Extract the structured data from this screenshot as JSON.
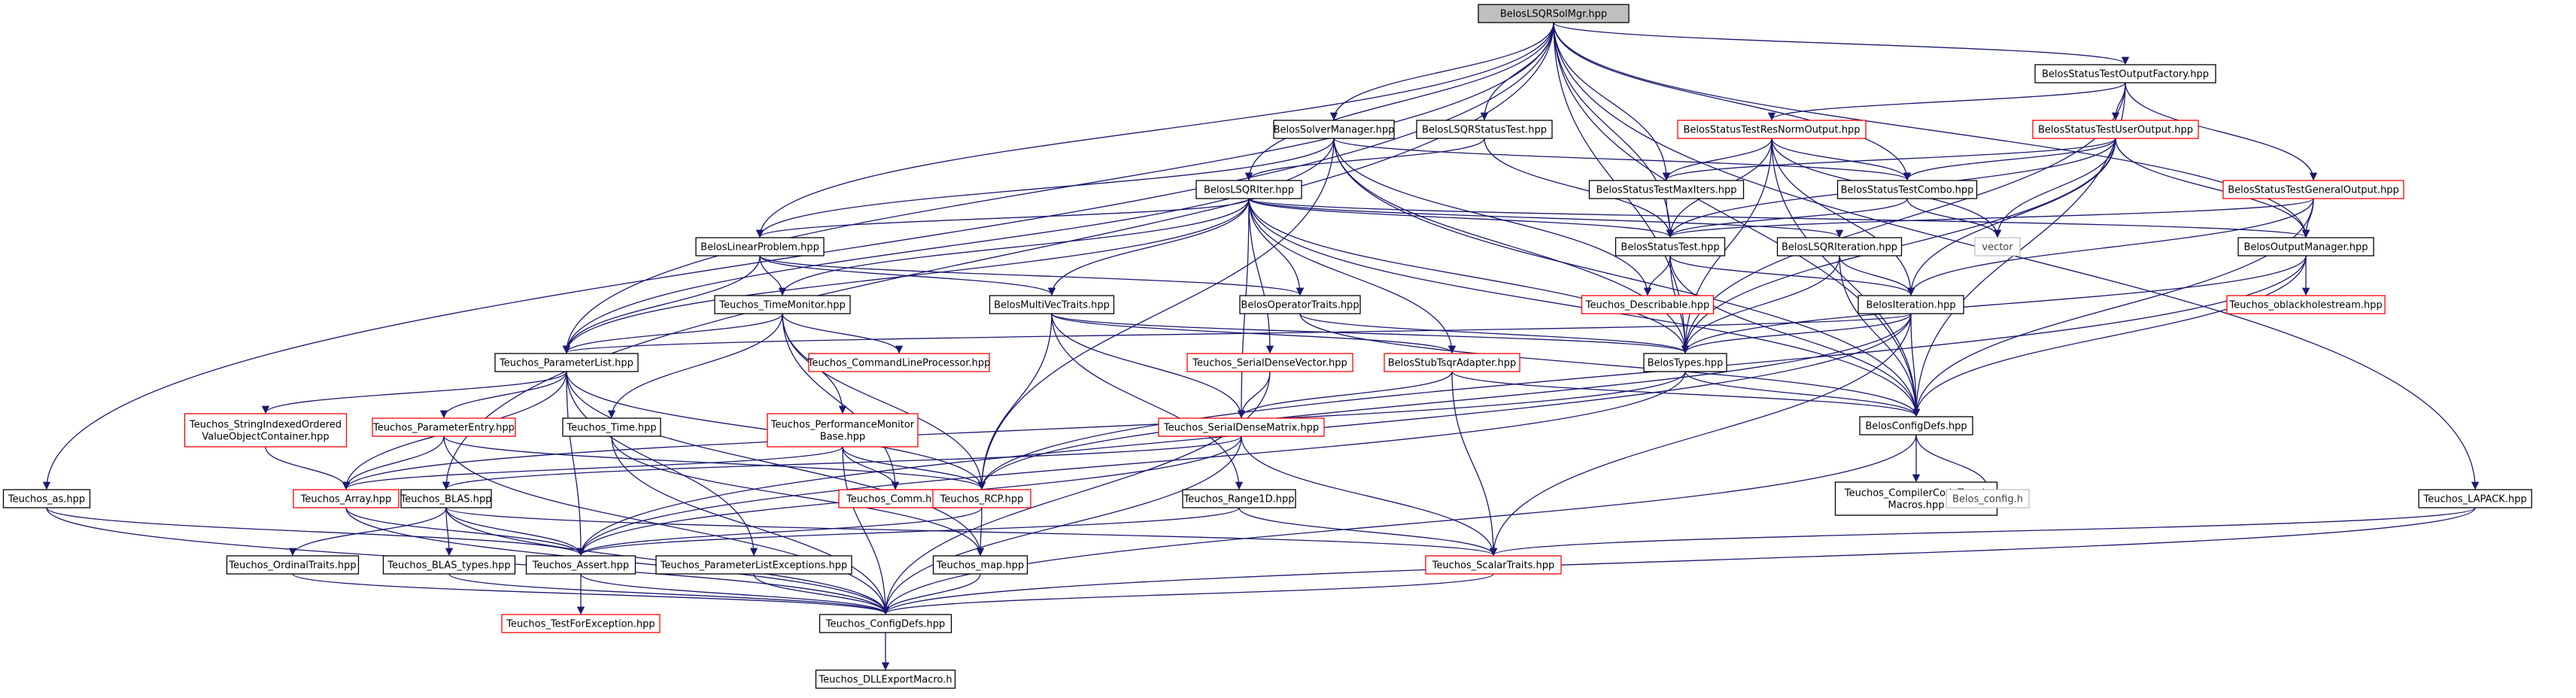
{
  "colors": {
    "edge": "#191970",
    "node_border": "#000000",
    "node_border_truncated": "#ff0000",
    "node_border_external": "#bfbfbf",
    "root_fill": "#bfbfbf",
    "text": "#000000",
    "text_external": "#404040"
  },
  "nodes": [
    {
      "id": "root",
      "label": "BelosLSQRSolMgr.hpp",
      "style": "root"
    },
    {
      "id": "outfact",
      "label": "BelosStatusTestOutputFactory.hpp",
      "style": "normal"
    },
    {
      "id": "solvermgr",
      "label": "BelosSolverManager.hpp",
      "style": "normal"
    },
    {
      "id": "lsqrst",
      "label": "BelosLSQRStatusTest.hpp",
      "style": "normal"
    },
    {
      "id": "resnorm",
      "label": "BelosStatusTestResNormOutput.hpp",
      "style": "truncated"
    },
    {
      "id": "useroutput",
      "label": "BelosStatusTestUserOutput.hpp",
      "style": "truncated"
    },
    {
      "id": "lsqriter",
      "label": "BelosLSQRIter.hpp",
      "style": "normal"
    },
    {
      "id": "maxiters",
      "label": "BelosStatusTestMaxIters.hpp",
      "style": "normal"
    },
    {
      "id": "combo",
      "label": "BelosStatusTestCombo.hpp",
      "style": "normal"
    },
    {
      "id": "genoutput",
      "label": "BelosStatusTestGeneralOutput.hpp",
      "style": "truncated"
    },
    {
      "id": "linprob",
      "label": "BelosLinearProblem.hpp",
      "style": "normal"
    },
    {
      "id": "statustest",
      "label": "BelosStatusTest.hpp",
      "style": "normal"
    },
    {
      "id": "lsqriteration",
      "label": "BelosLSQRIteration.hpp",
      "style": "normal"
    },
    {
      "id": "vector",
      "label": "vector",
      "style": "external"
    },
    {
      "id": "outputmgr",
      "label": "BelosOutputManager.hpp",
      "style": "normal"
    },
    {
      "id": "timemon",
      "label": "Teuchos_TimeMonitor.hpp",
      "style": "normal"
    },
    {
      "id": "multivec",
      "label": "BelosMultiVecTraits.hpp",
      "style": "normal"
    },
    {
      "id": "opertraits",
      "label": "BelosOperatorTraits.hpp",
      "style": "normal"
    },
    {
      "id": "describable",
      "label": "Teuchos_Describable.hpp",
      "style": "truncated"
    },
    {
      "id": "iteration",
      "label": "BelosIteration.hpp",
      "style": "normal"
    },
    {
      "id": "oblack",
      "label": "Teuchos_oblackholestream.hpp",
      "style": "truncated"
    },
    {
      "id": "paramlist",
      "label": "Teuchos_ParameterList.hpp",
      "style": "normal"
    },
    {
      "id": "cmdline",
      "label": "Teuchos_CommandLineProcessor.hpp",
      "style": "truncated"
    },
    {
      "id": "serialvec",
      "label": "Teuchos_SerialDenseVector.hpp",
      "style": "truncated"
    },
    {
      "id": "stubtsqr",
      "label": "BelosStubTsqrAdapter.hpp",
      "style": "truncated"
    },
    {
      "id": "belostypes",
      "label": "BelosTypes.hpp",
      "style": "normal"
    },
    {
      "id": "strindexed",
      "label": [
        "Teuchos_StringIndexedOrdered",
        "ValueObjectContainer.hpp"
      ],
      "style": "truncated"
    },
    {
      "id": "paramentry",
      "label": "Teuchos_ParameterEntry.hpp",
      "style": "truncated"
    },
    {
      "id": "time",
      "label": "Teuchos_Time.hpp",
      "style": "normal"
    },
    {
      "id": "perfmon",
      "label": [
        "Teuchos_PerformanceMonitor",
        "Base.hpp"
      ],
      "style": "truncated"
    },
    {
      "id": "serialmat",
      "label": "Teuchos_SerialDenseMatrix.hpp",
      "style": "truncated"
    },
    {
      "id": "configdefs",
      "label": "BelosConfigDefs.hpp",
      "style": "normal"
    },
    {
      "id": "as",
      "label": "Teuchos_as.hpp",
      "style": "normal"
    },
    {
      "id": "array",
      "label": "Teuchos_Array.hpp",
      "style": "truncated"
    },
    {
      "id": "blas",
      "label": "Teuchos_BLAS.hpp",
      "style": "normal"
    },
    {
      "id": "comm",
      "label": "Teuchos_Comm.hpp",
      "style": "truncated"
    },
    {
      "id": "rcp",
      "label": "Teuchos_RCP.hpp",
      "style": "truncated"
    },
    {
      "id": "range1d",
      "label": "Teuchos_Range1D.hpp",
      "style": "normal"
    },
    {
      "id": "compilertweak",
      "label": [
        "Teuchos_CompilerCodeTweak",
        "Macros.hpp"
      ],
      "style": "normal"
    },
    {
      "id": "belosconfigh",
      "label": "Belos_config.h",
      "style": "external"
    },
    {
      "id": "lapack",
      "label": "Teuchos_LAPACK.hpp",
      "style": "normal"
    },
    {
      "id": "ordinal",
      "label": "Teuchos_OrdinalTraits.hpp",
      "style": "normal"
    },
    {
      "id": "blastypes",
      "label": "Teuchos_BLAS_types.hpp",
      "style": "normal"
    },
    {
      "id": "assert",
      "label": "Teuchos_Assert.hpp",
      "style": "normal"
    },
    {
      "id": "plexceptions",
      "label": "Teuchos_ParameterListExceptions.hpp",
      "style": "normal"
    },
    {
      "id": "map",
      "label": "Teuchos_map.hpp",
      "style": "normal"
    },
    {
      "id": "scalartraits",
      "label": "Teuchos_ScalarTraits.hpp",
      "style": "truncated"
    },
    {
      "id": "tconfigdefs",
      "label": "Teuchos_ConfigDefs.hpp",
      "style": "normal"
    },
    {
      "id": "testforexc",
      "label": "Teuchos_TestForException.hpp",
      "style": "truncated"
    },
    {
      "id": "dllexport",
      "label": "Teuchos_DLLExportMacro.h",
      "style": "normal"
    }
  ],
  "edges": [
    [
      "root",
      "outfact"
    ],
    [
      "root",
      "solvermgr"
    ],
    [
      "root",
      "lsqrst"
    ],
    [
      "root",
      "lsqriter"
    ],
    [
      "root",
      "linprob"
    ],
    [
      "root",
      "maxiters"
    ],
    [
      "root",
      "combo"
    ],
    [
      "root",
      "outputmgr"
    ],
    [
      "root",
      "paramlist"
    ],
    [
      "root",
      "belostypes"
    ],
    [
      "root",
      "as"
    ],
    [
      "root",
      "blas"
    ],
    [
      "root",
      "lapack"
    ],
    [
      "root",
      "configdefs"
    ],
    [
      "root",
      "statustest"
    ],
    [
      "outfact",
      "resnorm"
    ],
    [
      "outfact",
      "useroutput"
    ],
    [
      "outfact",
      "genoutput"
    ],
    [
      "outfact",
      "configdefs"
    ],
    [
      "outfact",
      "belostypes"
    ],
    [
      "solvermgr",
      "linprob"
    ],
    [
      "solvermgr",
      "paramlist"
    ],
    [
      "solvermgr",
      "describable"
    ],
    [
      "solvermgr",
      "belostypes"
    ],
    [
      "solvermgr",
      "configdefs"
    ],
    [
      "solvermgr",
      "rcp"
    ],
    [
      "solvermgr",
      "combo"
    ],
    [
      "lsqrst",
      "lsqriter"
    ],
    [
      "lsqrst",
      "statustest"
    ],
    [
      "resnorm",
      "maxiters"
    ],
    [
      "resnorm",
      "combo"
    ],
    [
      "resnorm",
      "statustest"
    ],
    [
      "resnorm",
      "iteration"
    ],
    [
      "resnorm",
      "configdefs"
    ],
    [
      "resnorm",
      "belostypes"
    ],
    [
      "resnorm",
      "vector"
    ],
    [
      "useroutput",
      "combo"
    ],
    [
      "useroutput",
      "statustest"
    ],
    [
      "useroutput",
      "iteration"
    ],
    [
      "useroutput",
      "vector"
    ],
    [
      "useroutput",
      "belostypes"
    ],
    [
      "useroutput",
      "outputmgr"
    ],
    [
      "useroutput",
      "maxiters"
    ],
    [
      "genoutput",
      "statustest"
    ],
    [
      "genoutput",
      "outputmgr"
    ],
    [
      "genoutput",
      "iteration"
    ],
    [
      "genoutput",
      "configdefs"
    ],
    [
      "lsqriter",
      "linprob"
    ],
    [
      "lsqriter",
      "lsqriteration"
    ],
    [
      "lsqriter",
      "statustest"
    ],
    [
      "lsqriter",
      "outputmgr"
    ],
    [
      "lsqriter",
      "timemon"
    ],
    [
      "lsqriter",
      "multivec"
    ],
    [
      "lsqriter",
      "opertraits"
    ],
    [
      "lsqriter",
      "paramlist"
    ],
    [
      "lsqriter",
      "serialmat"
    ],
    [
      "lsqriter",
      "serialvec"
    ],
    [
      "lsqriter",
      "stubtsqr"
    ],
    [
      "lsqriter",
      "belostypes"
    ],
    [
      "lsqriter",
      "configdefs"
    ],
    [
      "maxiters",
      "statustest"
    ],
    [
      "combo",
      "statustest"
    ],
    [
      "combo",
      "vector"
    ],
    [
      "linprob",
      "multivec"
    ],
    [
      "linprob",
      "opertraits"
    ],
    [
      "linprob",
      "timemon"
    ],
    [
      "linprob",
      "paramlist"
    ],
    [
      "statustest",
      "describable"
    ],
    [
      "statustest",
      "belostypes"
    ],
    [
      "statustest",
      "iteration"
    ],
    [
      "statustest",
      "configdefs"
    ],
    [
      "lsqriteration",
      "iteration"
    ],
    [
      "lsqriteration",
      "belostypes"
    ],
    [
      "lsqriteration",
      "configdefs"
    ],
    [
      "outputmgr",
      "oblack"
    ],
    [
      "outputmgr",
      "configdefs"
    ],
    [
      "outputmgr",
      "belostypes"
    ],
    [
      "outputmgr",
      "rcp"
    ],
    [
      "timemon",
      "paramlist"
    ],
    [
      "timemon",
      "cmdline"
    ],
    [
      "timemon",
      "time"
    ],
    [
      "timemon",
      "perfmon"
    ],
    [
      "timemon",
      "rcp"
    ],
    [
      "timemon",
      "comm"
    ],
    [
      "multivec",
      "belostypes"
    ],
    [
      "multivec",
      "serialmat"
    ],
    [
      "multivec",
      "range1d"
    ],
    [
      "multivec",
      "rcp"
    ],
    [
      "multivec",
      "stubtsqr"
    ],
    [
      "opertraits",
      "belostypes"
    ],
    [
      "opertraits",
      "configdefs"
    ],
    [
      "iteration",
      "belostypes"
    ],
    [
      "iteration",
      "paramlist"
    ],
    [
      "iteration",
      "configdefs"
    ],
    [
      "iteration",
      "rcp"
    ],
    [
      "iteration",
      "assert"
    ],
    [
      "iteration",
      "scalartraits"
    ],
    [
      "paramlist",
      "strindexed"
    ],
    [
      "paramlist",
      "paramentry"
    ],
    [
      "paramlist",
      "plexceptions"
    ],
    [
      "paramlist",
      "array"
    ],
    [
      "paramlist",
      "assert"
    ],
    [
      "paramlist",
      "map"
    ],
    [
      "paramlist",
      "rcp"
    ],
    [
      "serialvec",
      "serialmat"
    ],
    [
      "serialvec",
      "tconfigdefs"
    ],
    [
      "stubtsqr",
      "serialmat"
    ],
    [
      "stubtsqr",
      "scalartraits"
    ],
    [
      "stubtsqr",
      "configdefs"
    ],
    [
      "belostypes",
      "configdefs"
    ],
    [
      "belostypes",
      "assert"
    ],
    [
      "belostypes",
      "array"
    ],
    [
      "strindexed",
      "array"
    ],
    [
      "paramentry",
      "array"
    ],
    [
      "paramentry",
      "rcp"
    ],
    [
      "paramentry",
      "tconfigdefs"
    ],
    [
      "time",
      "tconfigdefs"
    ],
    [
      "time",
      "map"
    ],
    [
      "perfmon",
      "array"
    ],
    [
      "perfmon",
      "comm"
    ],
    [
      "perfmon",
      "rcp"
    ],
    [
      "perfmon",
      "tconfigdefs"
    ],
    [
      "serialmat",
      "blas"
    ],
    [
      "serialmat",
      "scalartraits"
    ],
    [
      "serialmat",
      "assert"
    ],
    [
      "serialmat",
      "tconfigdefs"
    ],
    [
      "configdefs",
      "compilertweak"
    ],
    [
      "configdefs",
      "belosconfigh"
    ],
    [
      "configdefs",
      "tconfigdefs"
    ],
    [
      "as",
      "assert"
    ],
    [
      "as",
      "tconfigdefs"
    ],
    [
      "array",
      "assert"
    ],
    [
      "array",
      "tconfigdefs"
    ],
    [
      "blas",
      "ordinal"
    ],
    [
      "blas",
      "blastypes"
    ],
    [
      "blas",
      "assert"
    ],
    [
      "blas",
      "scalartraits"
    ],
    [
      "blas",
      "tconfigdefs"
    ],
    [
      "rcp",
      "map"
    ],
    [
      "rcp",
      "assert"
    ],
    [
      "range1d",
      "assert"
    ],
    [
      "range1d",
      "scalartraits"
    ],
    [
      "lapack",
      "scalartraits"
    ],
    [
      "lapack",
      "tconfigdefs"
    ],
    [
      "ordinal",
      "tconfigdefs"
    ],
    [
      "blastypes",
      "tconfigdefs"
    ],
    [
      "assert",
      "testforexc"
    ],
    [
      "assert",
      "tconfigdefs"
    ],
    [
      "plexceptions",
      "tconfigdefs"
    ],
    [
      "map",
      "tconfigdefs"
    ],
    [
      "scalartraits",
      "tconfigdefs"
    ],
    [
      "tconfigdefs",
      "dllexport"
    ]
  ]
}
